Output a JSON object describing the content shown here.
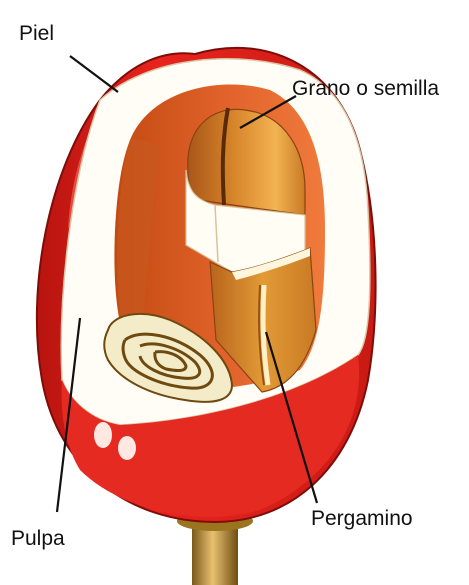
{
  "diagram": {
    "labels": {
      "skin": "Piel",
      "bean": "Grano o semilla",
      "pulp": "Pulpa",
      "parchment": "Pergamino"
    },
    "colors": {
      "skin_red": "#e8231e",
      "skin_dark": "#b8140f",
      "pulp_white": "#fffdf6",
      "bean_orange": "#d8862a",
      "bean_dark": "#a9561a",
      "bean_light": "#f2b352",
      "stem": "#b88830",
      "leader": "#111111"
    }
  }
}
